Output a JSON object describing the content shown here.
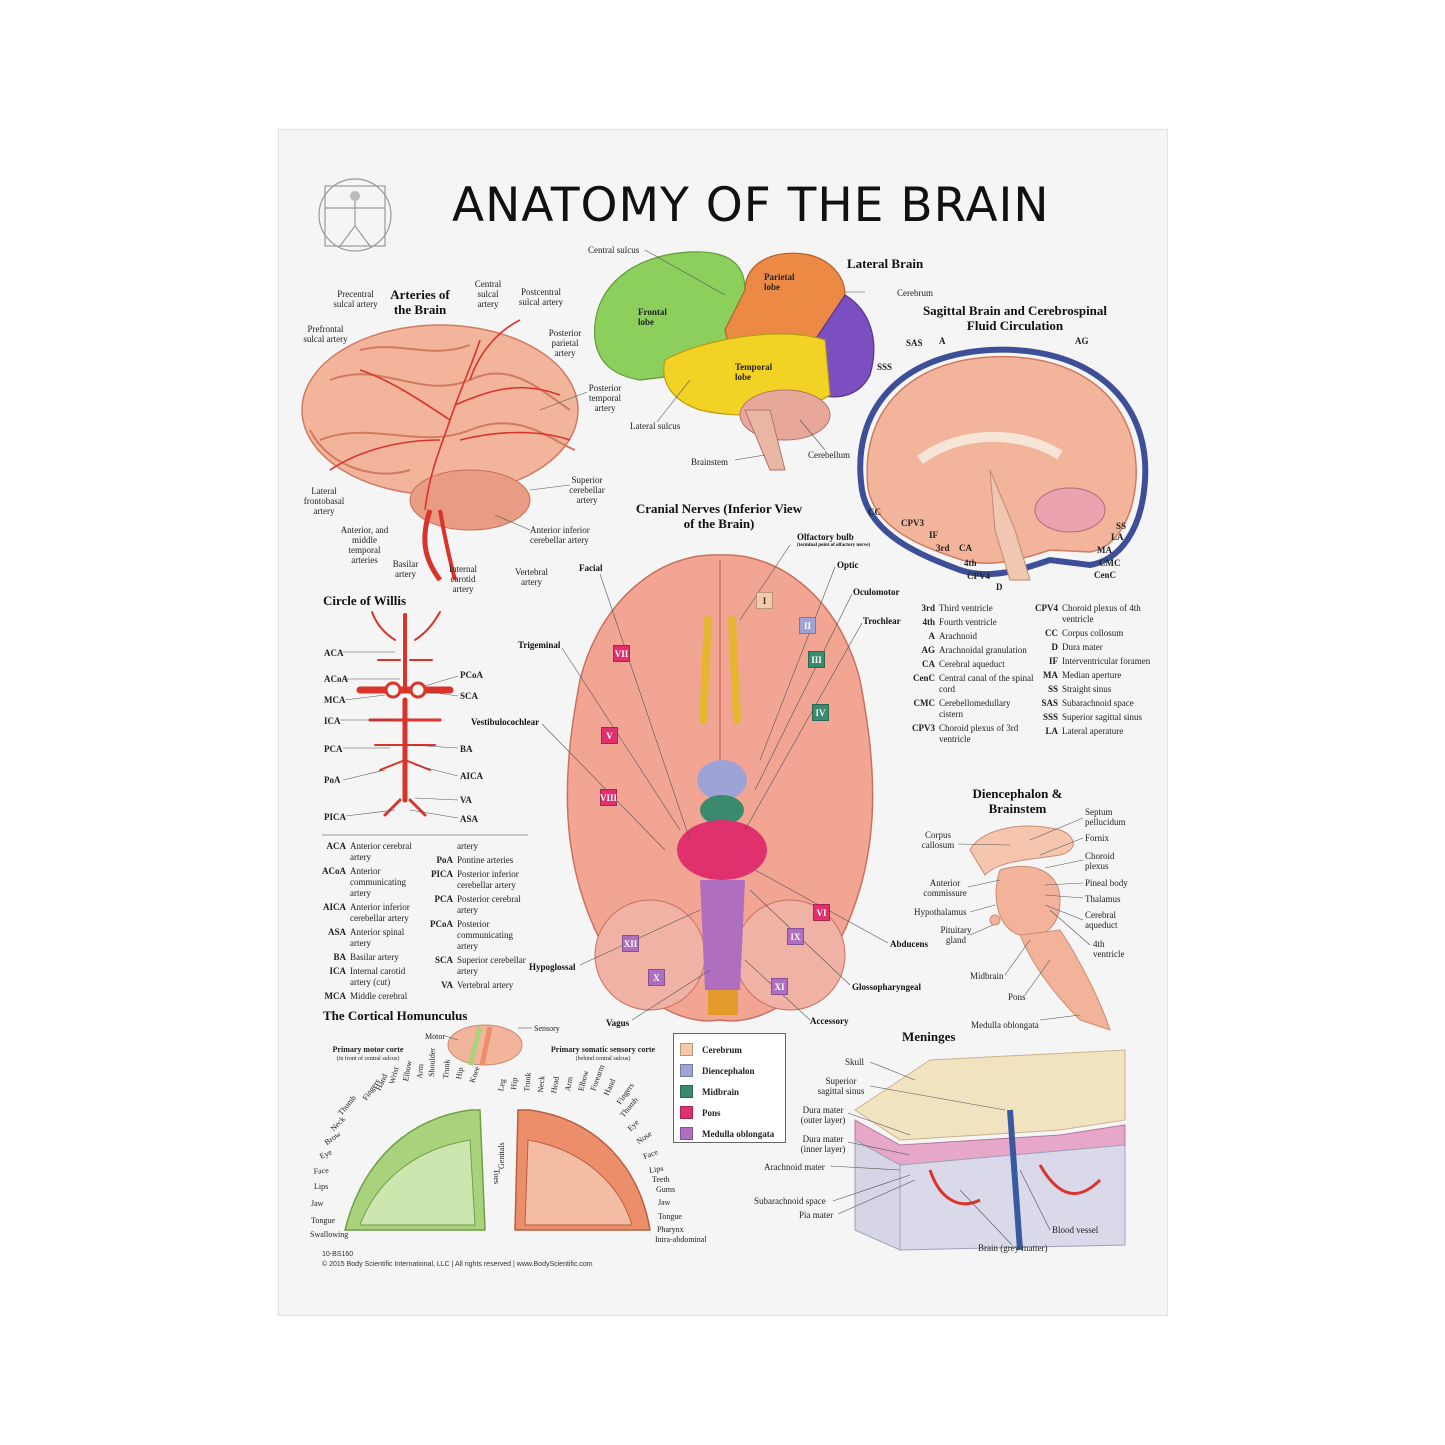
{
  "title": "ANATOMY OF THE BRAIN",
  "sections": {
    "arteries": "Arteries of the Brain",
    "lateral": "Lateral Brain",
    "sagittal": "Sagittal Brain and Cerebrospinal Fluid Circulation",
    "cranial": "Cranial Nerves (Inferior View of the Brain)",
    "willis": "Circle of Willis",
    "diencephalon": "Diencephalon & Brainstem",
    "homunculus": "The Cortical Homunculus",
    "meninges": "Meninges"
  },
  "arteries_labels": {
    "precentral": "Precentral sulcal artery",
    "central": "Central sulcal artery",
    "postcentral": "Postcentral sulcal artery",
    "prefrontal": "Prefrontal sulcal artery",
    "posterior_parietal": "Posterior parietal artery",
    "posterior_temporal": "Posterior temporal artery",
    "lateral_frontobasal": "Lateral frontobasal artery",
    "superior_cerebellar": "Superior cerebellar artery",
    "anterior_middle_temporal": "Anterior, and middle temporal arteries",
    "anterior_inferior_cerebellar": "Anterior inferior cerebellar artery",
    "basilar": "Basilar artery",
    "internal_carotid": "Internal carotid artery",
    "vertebral": "Vertebral artery"
  },
  "lateral_labels": {
    "central_sulcus": "Central sulcus",
    "parietal": "Parietal lobe",
    "frontal": "Frontal lobe",
    "cerebrum": "Cerebrum",
    "temporal": "Temporal lobe",
    "lateral_sulcus": "Lateral sulcus",
    "cerebellum": "Cerebellum",
    "brainstem": "Brainstem"
  },
  "sagittal_labels": {
    "SAS": "SAS",
    "A": "A",
    "AG": "AG",
    "SSS": "SSS",
    "CC": "CC",
    "CPV3": "CPV3",
    "IF": "IF",
    "third": "3rd",
    "CA": "CA",
    "fourth": "4th",
    "CPV4": "CPV4",
    "D": "D",
    "SS": "SS",
    "LA": "LA",
    "MA": "MA",
    "CMC": "CMC",
    "CenC": "CenC"
  },
  "sagittal_glossary_left": [
    {
      "k": "3rd",
      "v": "Third ventricle"
    },
    {
      "k": "4th",
      "v": "Fourth ventricle"
    },
    {
      "k": "A",
      "v": "Arachnoid"
    },
    {
      "k": "AG",
      "v": "Arachnoidal granulation"
    },
    {
      "k": "CA",
      "v": "Cerebral aqueduct"
    },
    {
      "k": "CenC",
      "v": "Central canal of the spinal cord"
    },
    {
      "k": "CMC",
      "v": "Cerebellomedullary cistern"
    },
    {
      "k": "CPV3",
      "v": "Choroid plexus of 3rd ventricle"
    }
  ],
  "sagittal_glossary_right": [
    {
      "k": "CPV4",
      "v": "Choroid plexus of 4th ventricle"
    },
    {
      "k": "CC",
      "v": "Corpus collosum"
    },
    {
      "k": "D",
      "v": "Dura mater"
    },
    {
      "k": "IF",
      "v": "Interventricular foramen"
    },
    {
      "k": "MA",
      "v": "Median aperture"
    },
    {
      "k": "SS",
      "v": "Straight sinus"
    },
    {
      "k": "SAS",
      "v": "Subarachnoid space"
    },
    {
      "k": "SSS",
      "v": "Superior sagittal sinus"
    },
    {
      "k": "LA",
      "v": "Lateral aperature"
    }
  ],
  "cranial_labels": {
    "olfactory": "Olfactory bulb",
    "olfactory_note": "(terminal point of olfactory nerve)",
    "facial": "Facial",
    "optic": "Optic",
    "oculomotor": "Oculomotor",
    "trochlear": "Trochlear",
    "trigeminal": "Trigeminal",
    "vestibulocochlear": "Vestibulocochlear",
    "abducens": "Abducens",
    "hypoglossal": "Hypoglossal",
    "glossopharyngeal": "Glossopharyngeal",
    "accessory": "Accessory",
    "vagus": "Vagus"
  },
  "nerve_boxes": {
    "I": "I",
    "II": "II",
    "III": "III",
    "IV": "IV",
    "V": "V",
    "VI": "VI",
    "VII": "VII",
    "VIII": "VIII",
    "IX": "IX",
    "X": "X",
    "XI": "XI",
    "XII": "XII"
  },
  "willis_labels": {
    "ACA": "ACA",
    "ACoA": "ACoA",
    "MCA": "MCA",
    "ICA": "ICA",
    "PCA": "PCA",
    "PoA": "PoA",
    "PICA": "PICA",
    "PCoA": "PCoA",
    "SCA": "SCA",
    "BA": "BA",
    "AICA": "AICA",
    "VA": "VA",
    "ASA": "ASA"
  },
  "willis_glossary_left": [
    {
      "k": "ACA",
      "v": "Anterior cerebral artery"
    },
    {
      "k": "ACoA",
      "v": "Anterior communicating artery"
    },
    {
      "k": "AICA",
      "v": "Anterior inferior cerebellar artery"
    },
    {
      "k": "ASA",
      "v": "Anterior spinal artery"
    },
    {
      "k": "BA",
      "v": "Basilar artery"
    },
    {
      "k": "ICA",
      "v": "Internal carotid artery (cut)"
    },
    {
      "k": "MCA",
      "v": "Middle cerebral"
    }
  ],
  "willis_glossary_right": [
    {
      "k": "",
      "v": "artery"
    },
    {
      "k": "PoA",
      "v": "Pontine arteries"
    },
    {
      "k": "PICA",
      "v": "Posterior inferior cerebellar artery"
    },
    {
      "k": "PCA",
      "v": "Posterior cerebral artery"
    },
    {
      "k": "PCoA",
      "v": "Posterior communicating artery"
    },
    {
      "k": "SCA",
      "v": "Superior cerebellar artery"
    },
    {
      "k": "VA",
      "v": "Vertebral artery"
    }
  ],
  "dien_labels": {
    "septum": "Septum pellucidum",
    "corpus": "Corpus callosum",
    "fornix": "Fornix",
    "choroid": "Choroid plexus",
    "anterior_commissure": "Anterior commissure",
    "pineal": "Pineal body",
    "hypothalamus": "Hypothalamus",
    "thalamus": "Thalamus",
    "pituitary": "Pituitary gland",
    "aqueduct": "Cerebral aqueduct",
    "fourth": "4th ventricle",
    "midbrain": "Midbrain",
    "pons": "Pons",
    "medulla": "Medulla oblongata"
  },
  "legend": [
    {
      "label": "Cerebrum",
      "color": "#f6c9a8"
    },
    {
      "label": "Diencephalon",
      "color": "#9ea3d6"
    },
    {
      "label": "Midbrain",
      "color": "#3a8a6e"
    },
    {
      "label": "Pons",
      "color": "#e0306e"
    },
    {
      "label": "Medulla oblongata",
      "color": "#b06ec0"
    }
  ],
  "homunculus_labels": {
    "sensory": "Sensory",
    "motor": "Motor",
    "primary_motor": "Primary motor corte",
    "primary_motor_note": "(in front of central sulcus)",
    "primary_sensory": "Primary somatic sensory corte",
    "primary_sensory_note": "(behind central sulcus)"
  },
  "motor_parts_arc": [
    "Fingers",
    "Hand",
    "Wrist",
    "Elbow",
    "Arm",
    "Shoulder",
    "Trunk",
    "Hip",
    "Knee"
  ],
  "motor_parts_side": [
    "Thumb",
    "Neck",
    "Brow",
    "Eye",
    "Face",
    "Lips",
    "Jaw",
    "Tongue",
    "Swallowing"
  ],
  "sensory_parts_arc": [
    "Leg",
    "Hip",
    "Trunk",
    "Neck",
    "Head",
    "Arm",
    "Elbow",
    "Forearm",
    "Hand",
    "Fingers"
  ],
  "sensory_parts_side": [
    "Thumb",
    "Eye",
    "Nose",
    "Face",
    "Lips",
    "Teeth",
    "Gums",
    "Jaw",
    "Tongue",
    "Pharynx",
    "Intra-abdominal"
  ],
  "toes": "Toes",
  "genitals": "Genitals",
  "meninges_labels": {
    "skull": "Skull",
    "sss": "Superior sagittal sinus",
    "dura_outer": "Dura mater (outer layer)",
    "dura_inner": "Dura mater (inner layer)",
    "arachnoid": "Arachnoid mater",
    "subarachnoid": "Subarachnoid space",
    "pia": "Pia mater",
    "blood_vessel": "Blood vessel",
    "brain": "Brain (grey matter)"
  },
  "footer": {
    "code": "10-BS160",
    "copyright": "© 2015 Body Scientific International, LLC | All rights reserved | www.BodyScientific.com"
  },
  "colors": {
    "frontal": "#8dcf5c",
    "parietal": "#ec8a45",
    "temporal": "#f3d226",
    "occipital": "#7b4fc0",
    "cerebrum": "#f2b39a",
    "artery": "#d9342b",
    "motor": "#a8d37c",
    "sensory": "#ec8e6a"
  }
}
